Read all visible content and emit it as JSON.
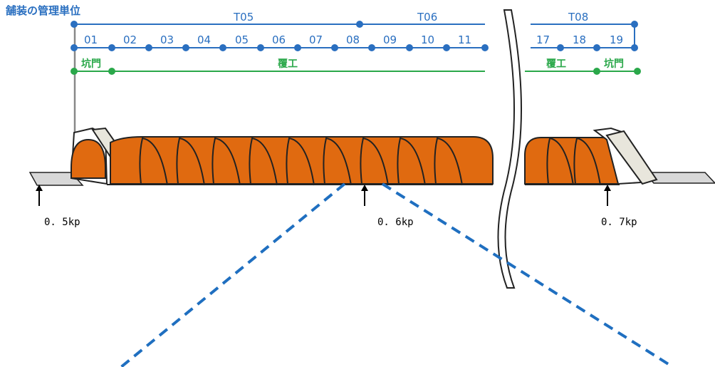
{
  "title": "舗装の管理単位",
  "groups": [
    {
      "label": "T05"
    },
    {
      "label": "T06"
    },
    {
      "label": "T08"
    }
  ],
  "sections": [
    "01",
    "02",
    "03",
    "04",
    "05",
    "06",
    "07",
    "08",
    "09",
    "10",
    "11",
    "17",
    "18",
    "19"
  ],
  "lining": {
    "portal": "坑門",
    "lining": "覆工",
    "lining_right": "覆工",
    "portal_right": "坑門"
  },
  "kp": [
    "0. 5kp",
    "0. 6kp",
    "0. 7kp"
  ],
  "colors": {
    "blue": "#2a6fc0",
    "green": "#2aa84a",
    "orange": "#e06a10",
    "callout": "#1f6fc0"
  }
}
